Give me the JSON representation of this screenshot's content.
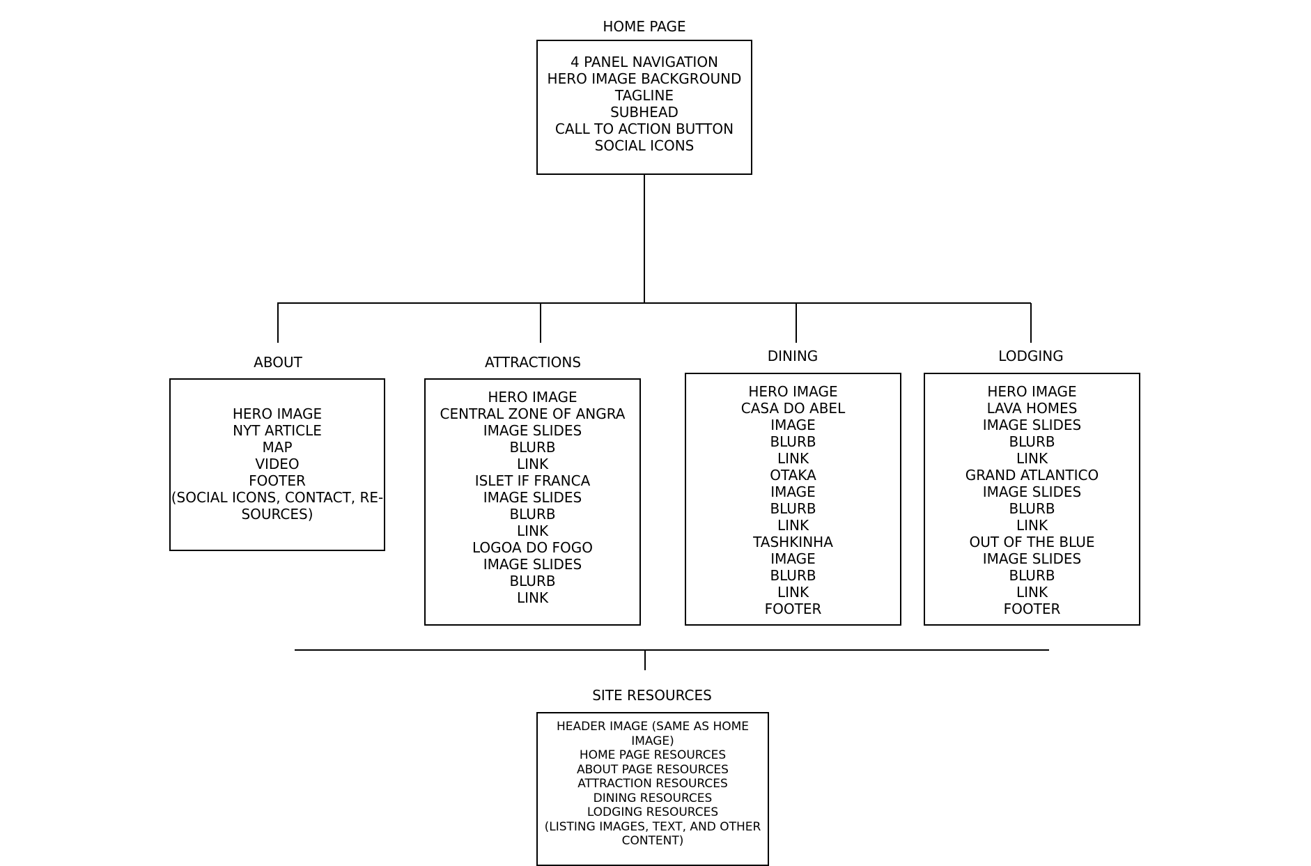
{
  "home": {
    "title": "HOME PAGE",
    "items": [
      "4 PANEL NAVIGATION",
      "HERO IMAGE BACKGROUND",
      "TAGLINE",
      "SUBHEAD",
      "CALL TO ACTION BUTTON",
      "SOCIAL ICONS"
    ]
  },
  "about": {
    "title": "ABOUT",
    "items": [
      "HERO IMAGE",
      "NYT ARTICLE",
      "MAP",
      "VIDEO",
      "FOOTER",
      "(SOCIAL ICONS, CONTACT, RE-",
      "SOURCES)"
    ]
  },
  "attractions": {
    "title": "ATTRACTIONS",
    "items": [
      "HERO IMAGE",
      "CENTRAL ZONE OF ANGRA",
      "IMAGE SLIDES",
      "BLURB",
      "LINK",
      "ISLET IF FRANCA",
      "IMAGE SLIDES",
      "BLURB",
      "LINK",
      "LOGOA DO FOGO",
      "IMAGE SLIDES",
      "BLURB",
      "LINK"
    ]
  },
  "dining": {
    "title": "DINING",
    "items": [
      "HERO IMAGE",
      "CASA DO ABEL",
      "IMAGE",
      "BLURB",
      "LINK",
      "OTAKA",
      "IMAGE",
      "BLURB",
      "LINK",
      "TASHKINHA",
      "IMAGE",
      "BLURB",
      "LINK",
      "FOOTER"
    ]
  },
  "lodging": {
    "title": "LODGING",
    "items": [
      "HERO IMAGE",
      "LAVA HOMES",
      "IMAGE SLIDES",
      "BLURB",
      "LINK",
      "GRAND ATLANTICO",
      "IMAGE SLIDES",
      "BLURB",
      "LINK",
      "OUT OF THE BLUE",
      "IMAGE SLIDES",
      "BLURB",
      "LINK",
      "FOOTER"
    ]
  },
  "resources": {
    "title": "SITE RESOURCES",
    "items": [
      "HEADER IMAGE (SAME AS HOME",
      "IMAGE)",
      "HOME PAGE RESOURCES",
      "ABOUT PAGE RESOURCES",
      "ATTRACTION RESOURCES",
      "DINING RESOURCES",
      "LODGING RESOURCES",
      "(LISTING IMAGES, TEXT, AND OTHER",
      "CONTENT)"
    ]
  }
}
